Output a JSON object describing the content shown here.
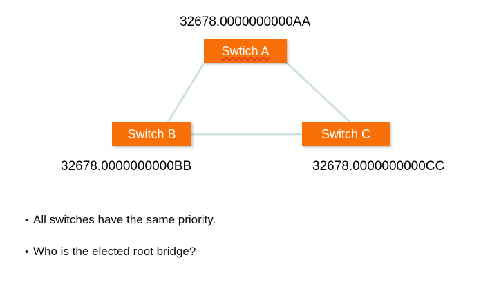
{
  "slide": {
    "background_color": "#FFFFFF",
    "box_color": "#F97008",
    "box_text_color": "#FFFFFF",
    "line_color": "#CEE0E0",
    "spellcheck_underline_color": "#E8392B"
  },
  "topology": {
    "nodes": [
      {
        "id": "switch-a",
        "label": "Swtich A",
        "misspelled": true,
        "bridge_id": "32678.0000000000AA",
        "bridge_id_position": "above"
      },
      {
        "id": "switch-b",
        "label": "Switch B",
        "misspelled": false,
        "bridge_id": "32678.0000000000BB",
        "bridge_id_position": "below"
      },
      {
        "id": "switch-c",
        "label": "Switch C",
        "misspelled": false,
        "bridge_id": "32678.0000000000CC",
        "bridge_id_position": "below"
      }
    ],
    "links": [
      {
        "from": "switch-a",
        "to": "switch-b"
      },
      {
        "from": "switch-a",
        "to": "switch-c"
      },
      {
        "from": "switch-b",
        "to": "switch-c"
      }
    ]
  },
  "bullets": [
    {
      "marker": "•",
      "text": "All switches have the same priority."
    },
    {
      "marker": "•",
      "text": "Who is the elected root bridge?"
    }
  ]
}
